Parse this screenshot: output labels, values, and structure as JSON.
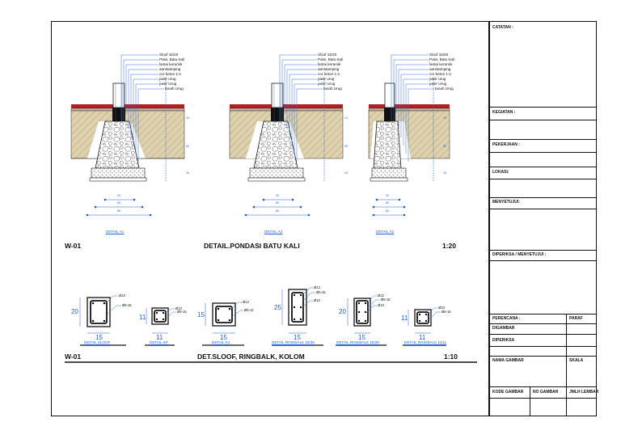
{
  "title_block": {
    "catatan": "CATATAN :",
    "kegiatan": "KEGIATAN :",
    "pekerjaan": "PEKERJAAN :",
    "lokasi": "LOKASI:",
    "menyetujui": "MENYETUJUI:",
    "diperiksa_menyetujui": "DIPERIKSA / MENYETUJUI :",
    "perencana": "PERENCANA :",
    "paraf": "PARAF",
    "digambar": "DIGAMBAR",
    "diperiksa": "DIPERIKSA",
    "nama_gambar": "NAMA GAMBAR",
    "skala": "SKALA",
    "kode_gambar": "KODE GAMBAR",
    "no_gambar": "NO GAMBAR",
    "jmlh_lembar": "JMLH LEMBAR"
  },
  "foundation_section": {
    "code": "W-01",
    "title": "DETAIL.PONDASI BATU KALI",
    "scale": "1:20",
    "callouts": [
      "Sloof 15/20",
      "Pass. Batu Kali",
      "lantai keramik",
      "aanstamping",
      "cor beton 1:4",
      "pasir urug",
      "pasir Urug",
      "tanah Urug"
    ],
    "callouts_a3": [
      "Sloof 15/20",
      "Pass. Batu Kali",
      "lantai keramik",
      "aanstamping",
      "cor beton 1:4",
      "pasir urug",
      "pasir Urug",
      "tanah Urug"
    ],
    "details": [
      {
        "label": "DETAIL A1",
        "dim_inner": "20",
        "dim_mid": "60",
        "dim_outer": "80"
      },
      {
        "label": "DETAIL A3",
        "dim_inner": "20",
        "dim_mid": "60",
        "dim_outer": "80"
      },
      {
        "label": "DETAIL A2",
        "dim_inner": "20",
        "dim_mid": "60",
        "dim_outer": "60"
      }
    ],
    "side_dims": [
      "10",
      "50",
      "15"
    ]
  },
  "sloof_section": {
    "code": "W-01",
    "title": "DET.SLOOF, RINGBALK, KOLOM",
    "scale": "1:10",
    "sections": [
      {
        "label": "DETAIL SLOOF",
        "height": "20",
        "width": "15",
        "bars": [
          "Ø10",
          "Ø6-15"
        ]
      },
      {
        "label": "DETAIL KP",
        "height": "11",
        "width": "11",
        "bars": [
          "Ø10",
          "Ø6-15"
        ]
      },
      {
        "label": "DETAIL K1",
        "height": "15",
        "width": "15",
        "bars": [
          "Ø12",
          "Ø6-12"
        ]
      },
      {
        "label": "DETAIL RINGBALK 15/25",
        "height": "25",
        "width": "15",
        "bars": [
          "Ø12",
          "Ø6-15",
          "Ø10"
        ]
      },
      {
        "label": "DETAIL RINGBALK 15/20",
        "height": "20",
        "width": "15",
        "bars": [
          "Ø12",
          "Ø6-15",
          "Ø10"
        ]
      },
      {
        "label": "DETAIL RINGBALK 11/11",
        "height": "11",
        "width": "11",
        "bars": [
          "Ø10",
          "Ø6-15"
        ]
      }
    ]
  },
  "colors": {
    "line": "#111111",
    "dimension": "#1f5fd6",
    "soil_fill": "#d9c9a3",
    "floor_red": "#b51e1e",
    "callout_blue": "#3a6fd8"
  }
}
